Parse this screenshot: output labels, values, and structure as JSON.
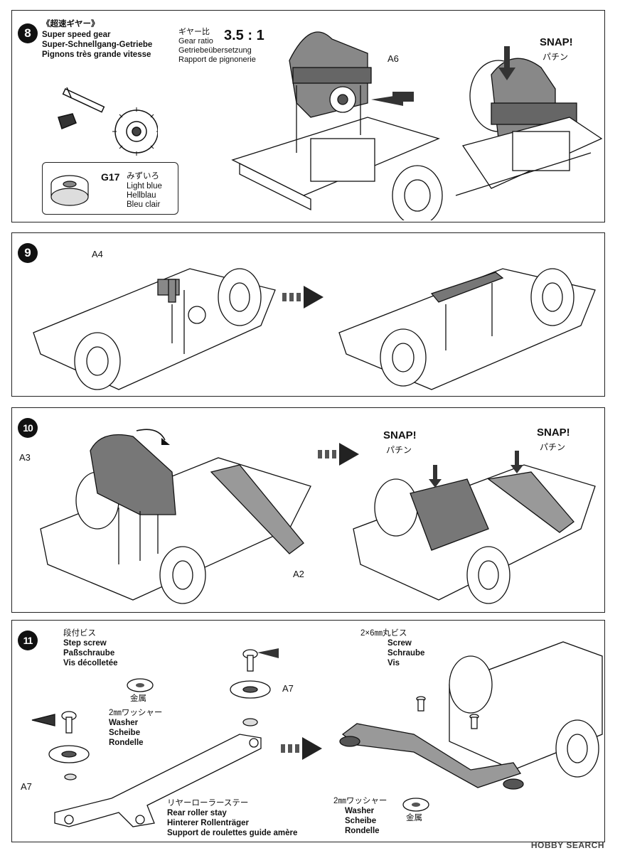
{
  "step8": {
    "number": "8",
    "title_jp": "《超速ギヤー》",
    "title_en": "Super speed gear",
    "title_de": "Super-Schnellgang-Getriebe",
    "title_fr": "Pignons très grande vitesse",
    "ratio_jp": "ギヤー比",
    "ratio_en": "Gear ratio",
    "ratio_de": "Getriebeübersetzung",
    "ratio_fr": "Rapport de pignonerie",
    "ratio_value": "3.5 : 1",
    "part_a6": "A6",
    "gear_code": "G17",
    "gear_jp": "みずいろ",
    "gear_en": "Light blue",
    "gear_de": "Hellblau",
    "gear_fr": "Bleu clair",
    "snap": "SNAP!",
    "snap_jp": "パチン"
  },
  "step9": {
    "number": "9",
    "part_a4": "A4"
  },
  "step10": {
    "number": "10",
    "part_a3": "A3",
    "part_a2": "A2",
    "snap1": "SNAP!",
    "snap1_jp": "パチン",
    "snap2": "SNAP!",
    "snap2_jp": "パチン"
  },
  "step11": {
    "number": "11",
    "step_screw_jp": "段付ビス",
    "step_screw_en": "Step screw",
    "step_screw_de": "Paßschraube",
    "step_screw_fr": "Vis décolletée",
    "metal1": "金属",
    "part_a7_right": "A7",
    "part_a7_left": "A7",
    "washer_jp": "2㎜ワッシャー",
    "washer_en": "Washer",
    "washer_de": "Scheibe",
    "washer_fr": "Rondelle",
    "stay_jp": "リヤーローラーステー",
    "stay_en": "Rear roller stay",
    "stay_de": "Hinterer Rollenträger",
    "stay_fr": "Support de roulettes guide amère",
    "screw_jp": "2×6㎜丸ビス",
    "screw_en": "Screw",
    "screw_de": "Schraube",
    "screw_fr": "Vis",
    "washer2_jp": "2㎜ワッシャー",
    "washer2_en": "Washer",
    "washer2_de": "Scheibe",
    "washer2_fr": "Rondelle",
    "metal2": "金属"
  },
  "watermark": "HOBBY SEARCH"
}
